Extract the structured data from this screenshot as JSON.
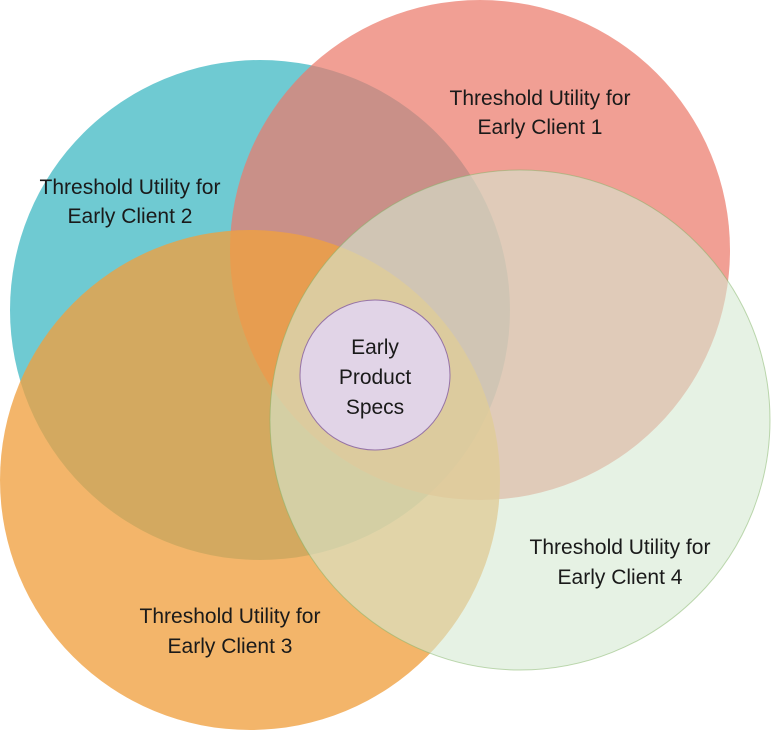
{
  "diagram": {
    "circles": [
      {
        "key": "client2",
        "color": "#3fb8c3",
        "opacity": 0.75,
        "lines": [
          "Threshold Utility for",
          "Early Client 2"
        ]
      },
      {
        "key": "client1",
        "color": "#ec7a6b",
        "opacity": 0.72,
        "lines": [
          "Threshold Utility for",
          "Early Client 1"
        ]
      },
      {
        "key": "client3",
        "color": "#f0a040",
        "opacity": 0.78,
        "lines": [
          "Threshold Utility for",
          "Early Client 3"
        ]
      },
      {
        "key": "client4",
        "color": "#d6e9d2",
        "opacity": 0.6,
        "lines": [
          "Threshold Utility for",
          "Early Client 4"
        ]
      }
    ],
    "center": {
      "color": "#e1d4e7",
      "stroke": "#9673a6",
      "lines": [
        "Early",
        "Product",
        "Specs"
      ]
    }
  }
}
